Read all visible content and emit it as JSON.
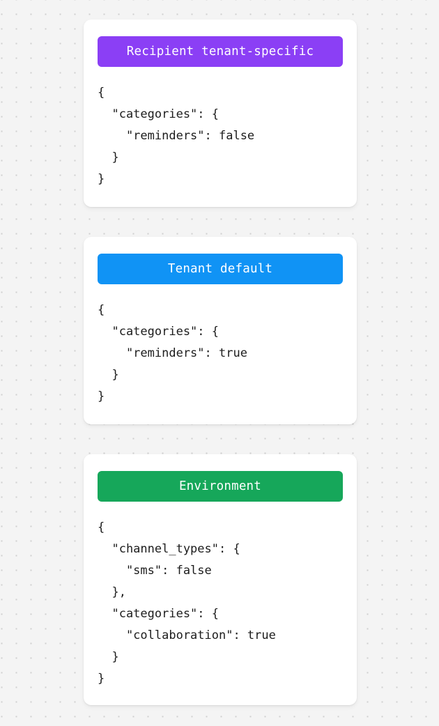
{
  "background": {
    "color": "#f4f4f4",
    "dot_color": "#cfcfcf",
    "pattern": "dot-grid"
  },
  "cards": [
    {
      "id": "recipient-tenant-specific",
      "header_label": "Recipient tenant-specific",
      "header_color": "#8b3ff5",
      "json_body": "{\n  \"categories\": {\n    \"reminders\": false\n  }\n}"
    },
    {
      "id": "tenant-default",
      "header_label": "Tenant default",
      "header_color": "#1093f5",
      "json_body": "{\n  \"categories\": {\n    \"reminders\": true\n  }\n}"
    },
    {
      "id": "environment",
      "header_label": "Environment",
      "header_color": "#16a75a",
      "json_body": "{\n  \"channel_types\": {\n    \"sms\": false\n  },\n  \"categories\": {\n    \"collaboration\": true\n  }\n}"
    }
  ]
}
